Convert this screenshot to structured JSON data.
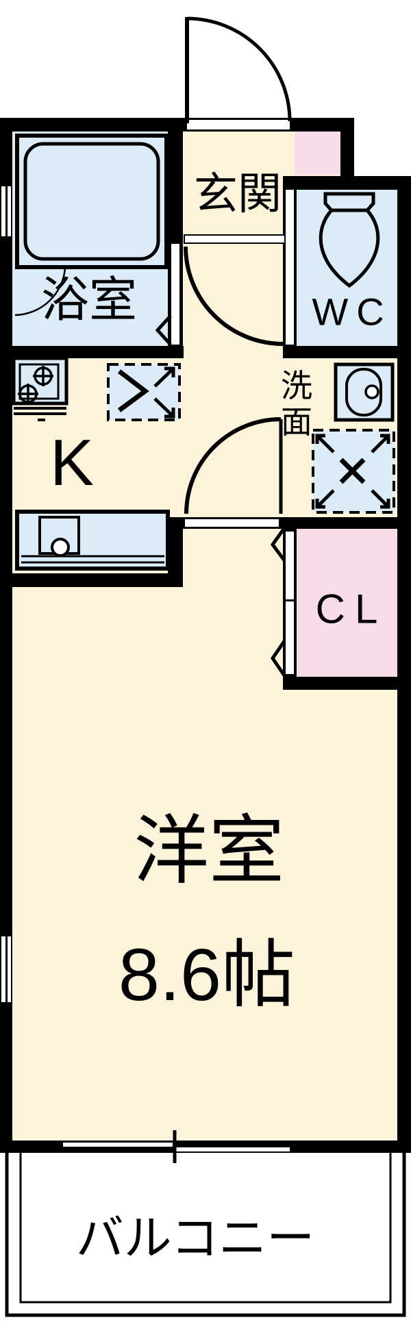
{
  "floorplan": {
    "rooms": {
      "genkan": {
        "label": "玄関"
      },
      "bathroom": {
        "label": "浴室"
      },
      "wc": {
        "label": "WC"
      },
      "kitchen": {
        "label": "K"
      },
      "washroom": {
        "label": "洗面"
      },
      "closet": {
        "label": "CL"
      },
      "western_room": {
        "label": "洋室",
        "size": "8.6帖"
      },
      "balcony": {
        "label": "バルコニー"
      }
    },
    "colors": {
      "floor_cream": "#FCF3DA",
      "wet_area_blue": "#DBECF8",
      "closet_pink": "#F8DBE8",
      "wall_black": "#000000",
      "outside_white": "#FFFFFF"
    },
    "icons": [
      "entrance-door-arc-icon",
      "bathtub-icon",
      "toilet-icon",
      "stove-icon",
      "kitchen-sink-icon",
      "washbasin-icon",
      "refrigerator-space-icon",
      "washing-machine-space-icon",
      "folding-door-icon",
      "sliding-window-icon",
      "window-icon"
    ]
  }
}
